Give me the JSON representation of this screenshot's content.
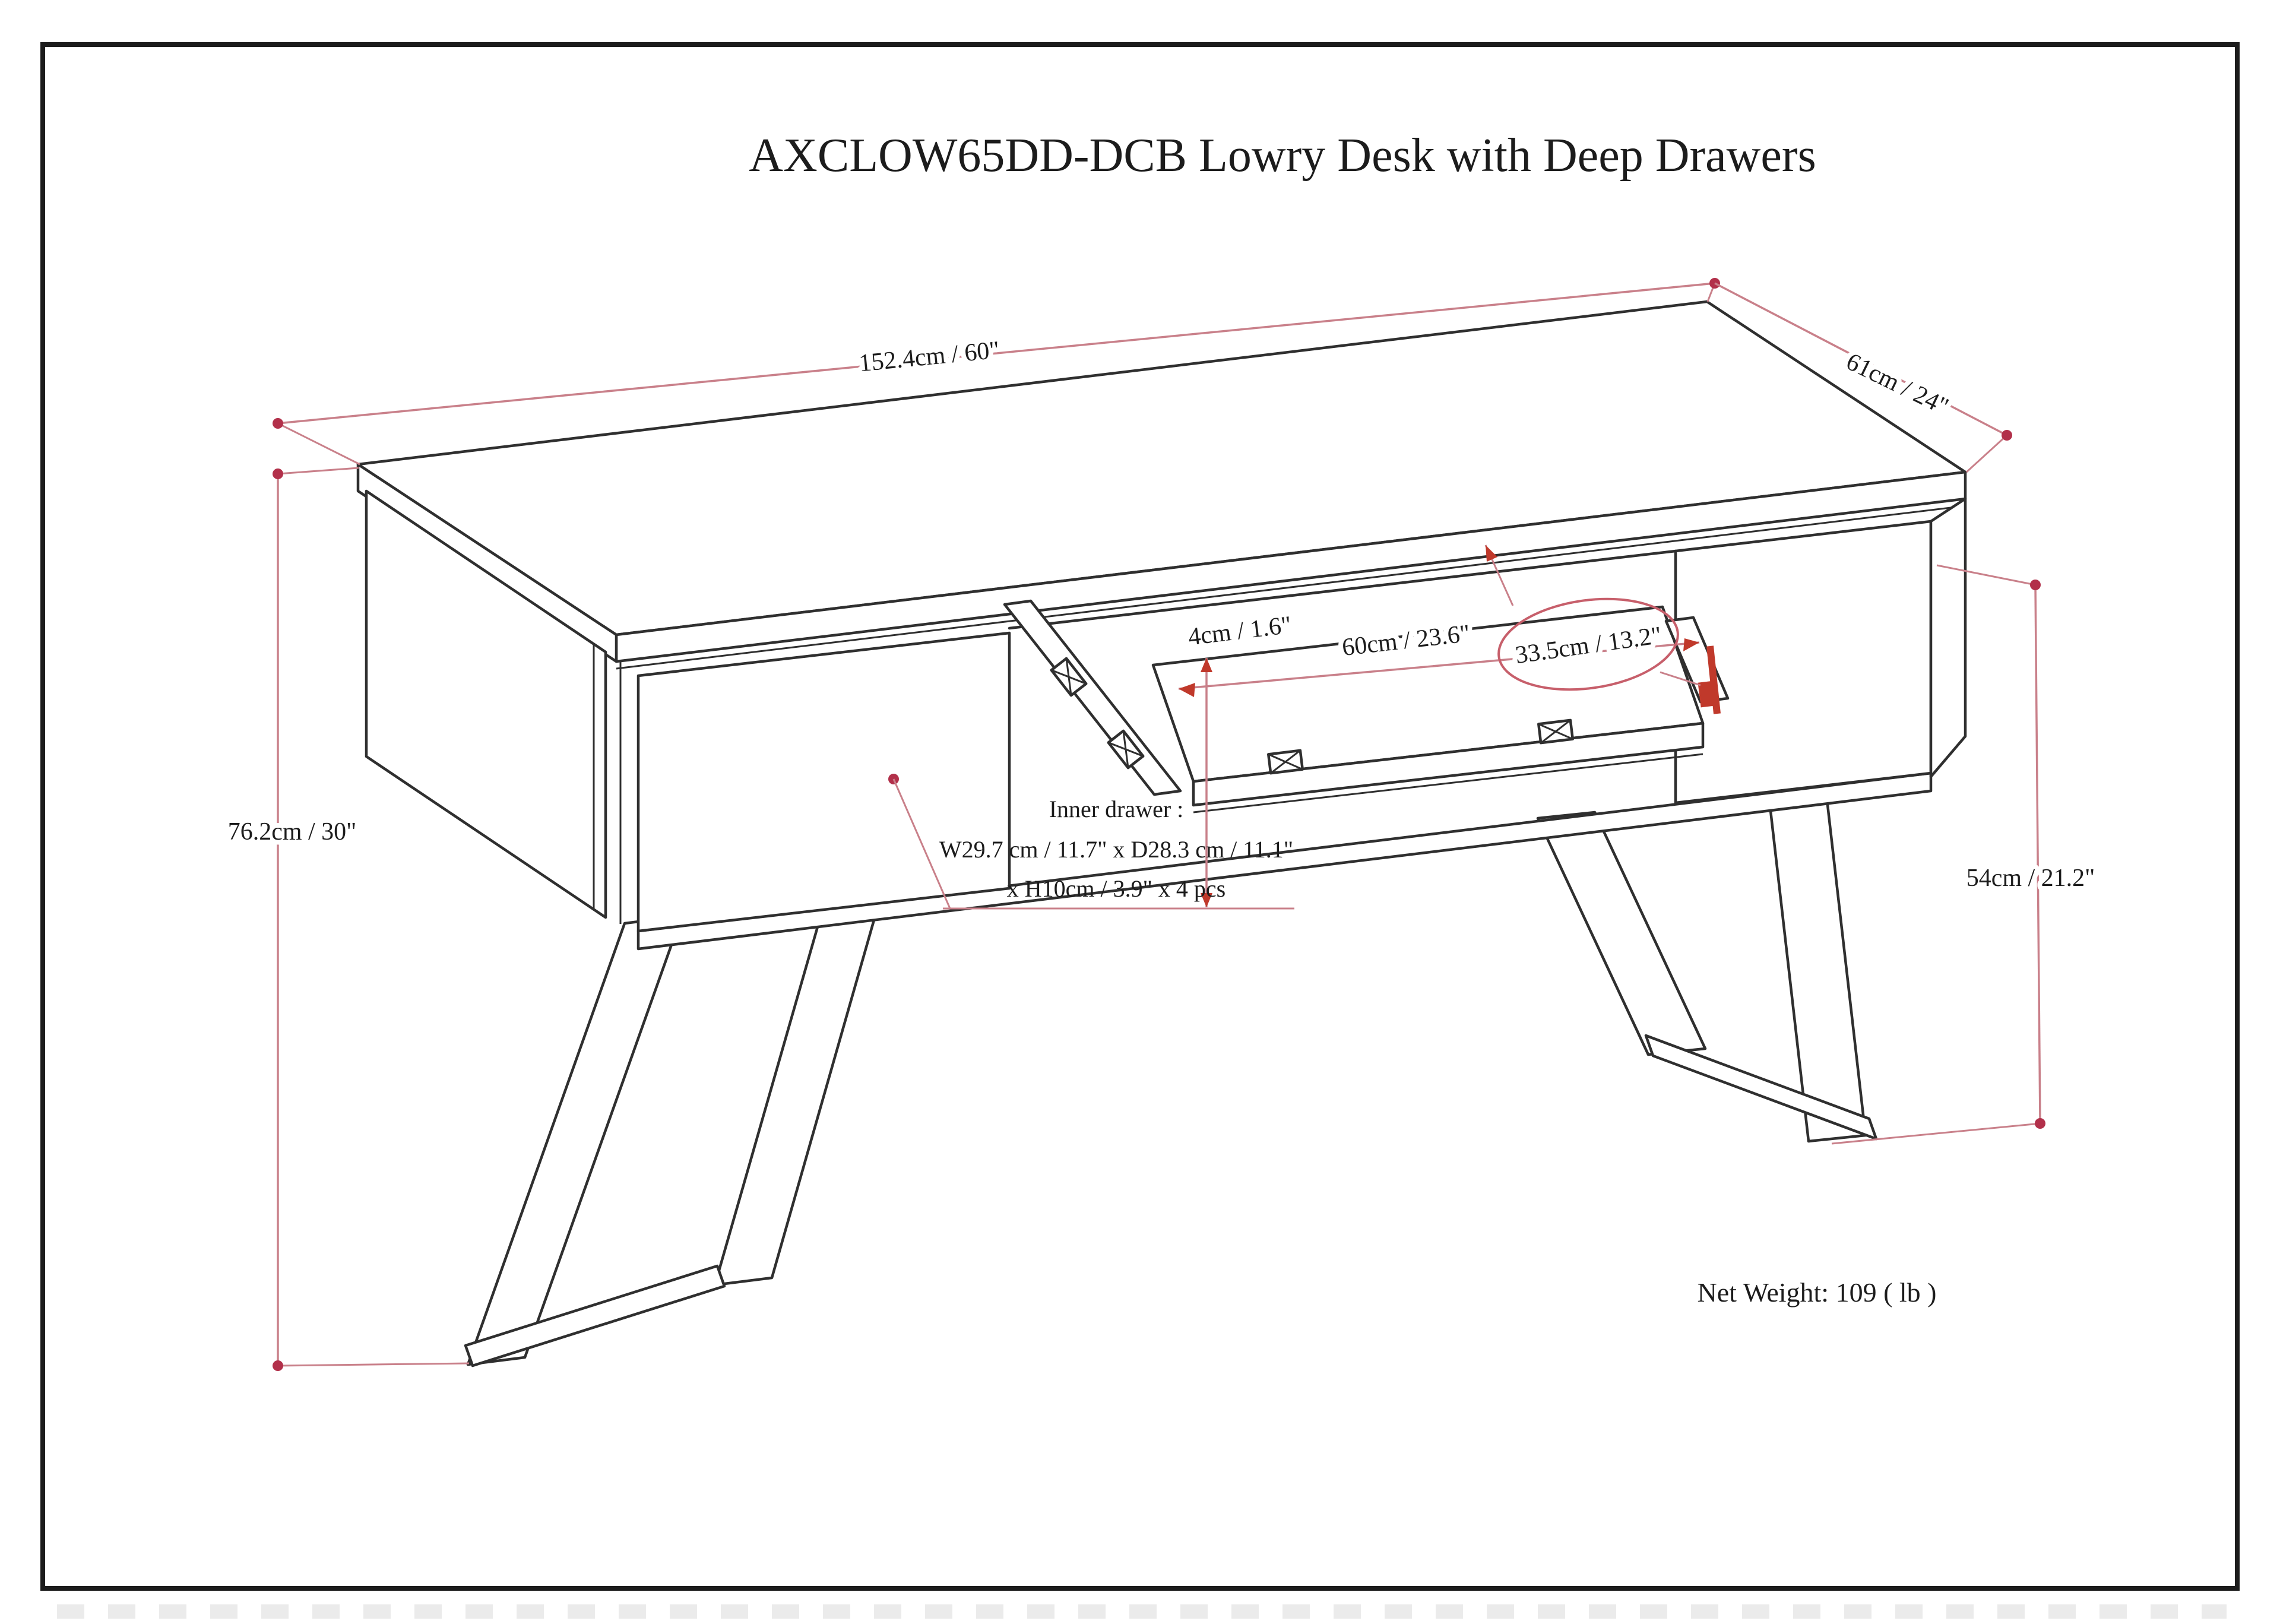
{
  "sheet": {
    "title": "AXCLOW65DD-DCB Lowry Desk with Deep Drawers",
    "net_weight": "Net Weight: 109 ( lb )"
  },
  "dimensions": {
    "overall_width": "152.4cm / 60\"",
    "overall_depth": "61cm / 24\"",
    "overall_height": "76.2cm / 30\"",
    "leg_clearance_height": "54cm / 21.2\"",
    "tray_thickness": "4cm / 1.6\"",
    "tray_width": "60cm / 23.6\"",
    "tray_depth": "33.5cm / 13.2\""
  },
  "inner_drawer_note": {
    "line1": "Inner drawer :",
    "line2": "W29.7 cm / 11.7\" x D28.3 cm / 11.1\"",
    "line3": "x H10cm / 3.9\" x 4 pcs"
  },
  "colors": {
    "dimension_line": "#c9808a",
    "dimension_marker": "#b2304a",
    "accent_red": "#c0392b",
    "drawing_line": "#2f2f2f",
    "frame": "#1c1c1c",
    "background": "#ffffff"
  }
}
